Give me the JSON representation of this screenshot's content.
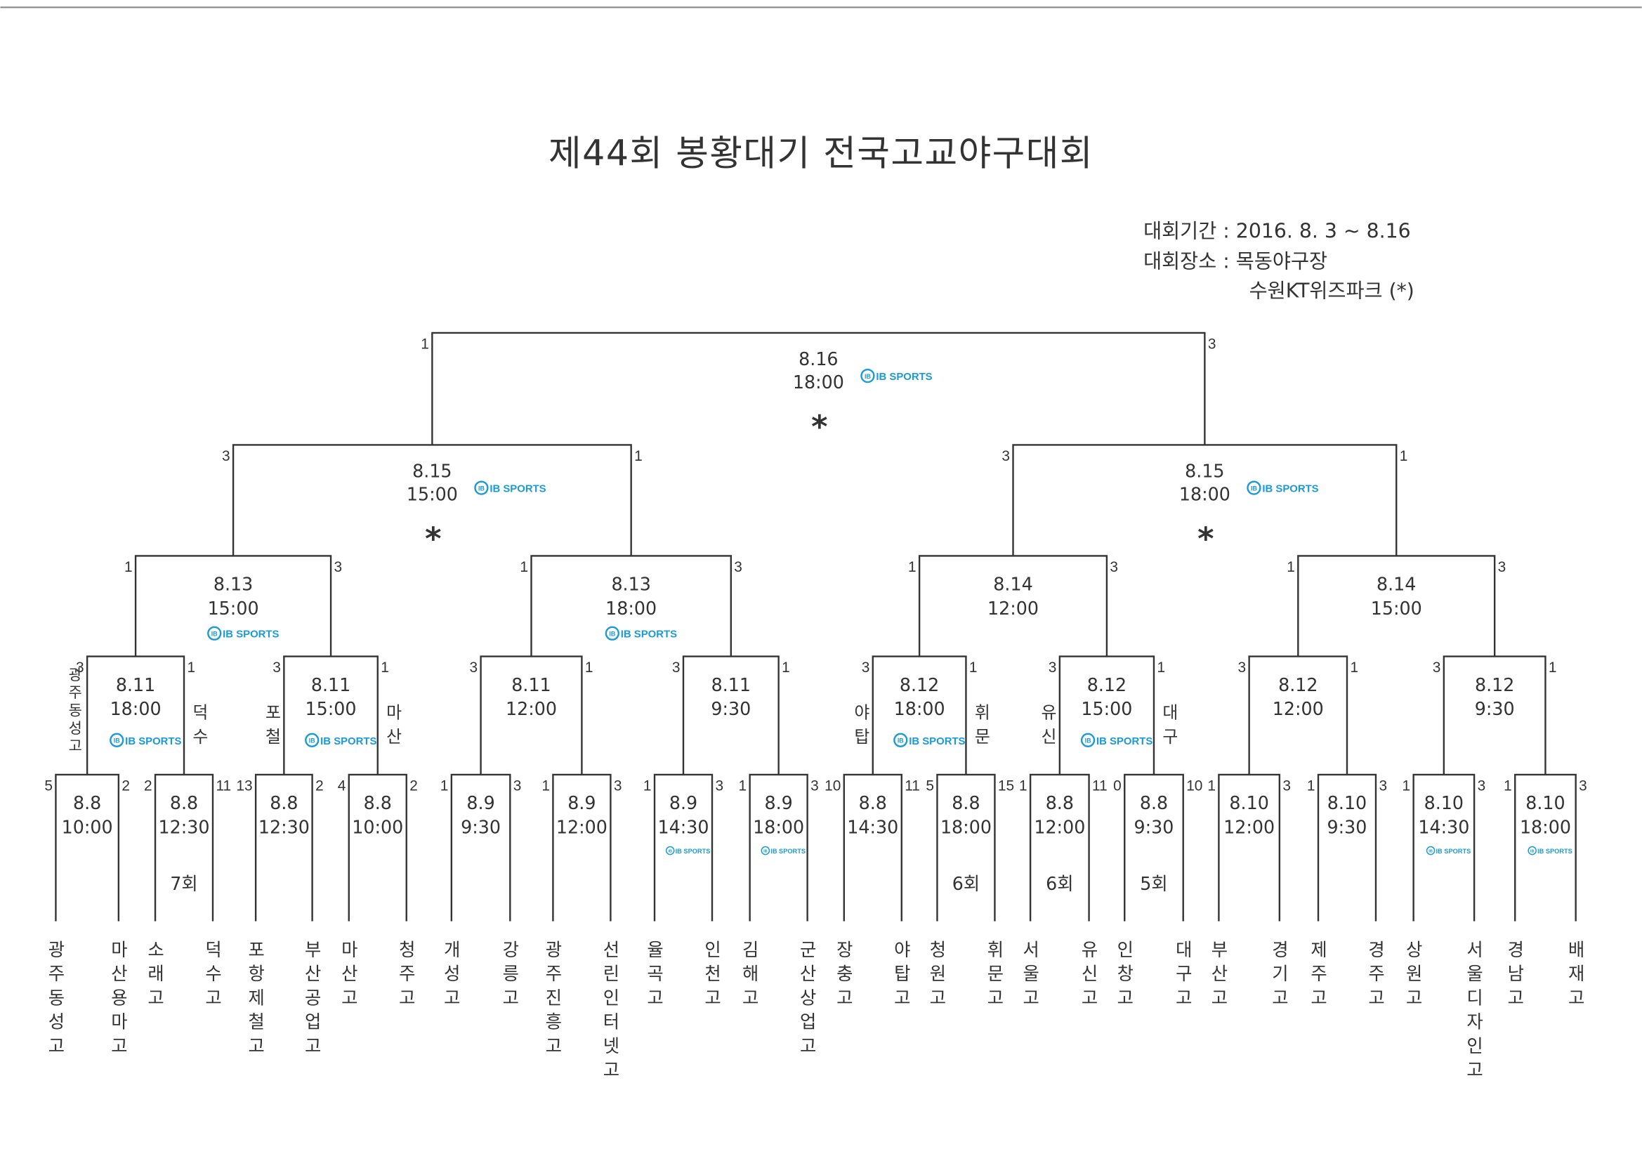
{
  "title": "제44회 봉황대기 전국고교야구대회",
  "info": {
    "period": "대회기간 : 2016. 8. 3 ~ 8.16",
    "venue": "대회장소 : 목동야구장",
    "venue2": "수원KT위즈파크 (*)"
  },
  "sponsor": "IB SPORTS",
  "sponsor_icon": "IB",
  "colors": {
    "line": "#333333",
    "sponsor": "#1a9ad6"
  },
  "rounds": [
    [
      {
        "date": "8.8",
        "time": "10:00",
        "scores": [
          "5",
          "2"
        ],
        "teams": [
          "광주동성고",
          "마산용마고"
        ],
        "note": "",
        "ib": false
      },
      {
        "date": "8.8",
        "time": "12:30",
        "scores": [
          "2",
          "11"
        ],
        "teams": [
          "소래고",
          "덕수고"
        ],
        "note": "7회",
        "ib": false
      },
      {
        "date": "8.8",
        "time": "12:30",
        "scores": [
          "13",
          "2"
        ],
        "teams": [
          "포항제철고",
          "부산공업고"
        ],
        "note": "",
        "ib": false
      },
      {
        "date": "8.8",
        "time": "10:00",
        "scores": [
          "4",
          "2"
        ],
        "teams": [
          "마산고",
          "청주고"
        ],
        "note": "",
        "ib": false
      },
      {
        "date": "8.9",
        "time": "9:30",
        "scores": [
          "1",
          "3"
        ],
        "teams": [
          "개성고",
          "강릉고"
        ],
        "note": "",
        "ib": false
      },
      {
        "date": "8.9",
        "time": "12:00",
        "scores": [
          "1",
          "3"
        ],
        "teams": [
          "광주진흥고",
          "선린인터넷고"
        ],
        "note": "",
        "ib": false
      },
      {
        "date": "8.9",
        "time": "14:30",
        "scores": [
          "1",
          "3"
        ],
        "teams": [
          "율곡고",
          "인천고"
        ],
        "note": "",
        "ib": true
      },
      {
        "date": "8.9",
        "time": "18:00",
        "scores": [
          "1",
          "3"
        ],
        "teams": [
          "김해고",
          "군산상업고"
        ],
        "note": "",
        "ib": true
      },
      {
        "date": "8.8",
        "time": "14:30",
        "scores": [
          "10",
          "11"
        ],
        "teams": [
          "장충고",
          "야탑고"
        ],
        "note": "",
        "ib": false
      },
      {
        "date": "8.8",
        "time": "18:00",
        "scores": [
          "5",
          "15"
        ],
        "teams": [
          "청원고",
          "휘문고"
        ],
        "note": "6회",
        "ib": false
      },
      {
        "date": "8.8",
        "time": "12:00",
        "scores": [
          "1",
          "11"
        ],
        "teams": [
          "서울고",
          "유신고"
        ],
        "note": "6회",
        "ib": false
      },
      {
        "date": "8.8",
        "time": "9:30",
        "scores": [
          "0",
          "10"
        ],
        "teams": [
          "인창고",
          "대구고"
        ],
        "note": "5회",
        "ib": false
      },
      {
        "date": "8.10",
        "time": "12:00",
        "scores": [
          "1",
          "3"
        ],
        "teams": [
          "부산고",
          "경기고"
        ],
        "note": "",
        "ib": false
      },
      {
        "date": "8.10",
        "time": "9:30",
        "scores": [
          "1",
          "3"
        ],
        "teams": [
          "제주고",
          "경주고"
        ],
        "note": "",
        "ib": false
      },
      {
        "date": "8.10",
        "time": "14:30",
        "scores": [
          "1",
          "3"
        ],
        "teams": [
          "상원고",
          "서울디자인고"
        ],
        "note": "",
        "ib": true
      },
      {
        "date": "8.10",
        "time": "18:00",
        "scores": [
          "1",
          "3"
        ],
        "teams": [
          "경남고",
          "배재고"
        ],
        "note": "",
        "ib": true
      }
    ],
    [
      {
        "date": "8.11",
        "time": "18:00",
        "scores": [
          "3",
          "1"
        ],
        "labels": [
          "광주동성고",
          "덕수"
        ],
        "ib": true
      },
      {
        "date": "8.11",
        "time": "15:00",
        "scores": [
          "3",
          "1"
        ],
        "labels": [
          "포철",
          "마산"
        ],
        "ib": true
      },
      {
        "date": "8.11",
        "time": "12:00",
        "scores": [
          "3",
          "1"
        ],
        "labels": [
          "",
          ""
        ],
        "ib": false
      },
      {
        "date": "8.11",
        "time": "9:30",
        "scores": [
          "3",
          "1"
        ],
        "labels": [
          "",
          ""
        ],
        "ib": false
      },
      {
        "date": "8.12",
        "time": "18:00",
        "scores": [
          "3",
          "1"
        ],
        "labels": [
          "야탑",
          "휘문"
        ],
        "ib": true
      },
      {
        "date": "8.12",
        "time": "15:00",
        "scores": [
          "3",
          "1"
        ],
        "labels": [
          "유신",
          "대구"
        ],
        "ib": true
      },
      {
        "date": "8.12",
        "time": "12:00",
        "scores": [
          "3",
          "1"
        ],
        "labels": [
          "",
          ""
        ],
        "ib": false
      },
      {
        "date": "8.12",
        "time": "9:30",
        "scores": [
          "3",
          "1"
        ],
        "labels": [
          "",
          ""
        ],
        "ib": false
      }
    ],
    [
      {
        "date": "8.13",
        "time": "15:00",
        "scores": [
          "1",
          "3"
        ],
        "ib": true
      },
      {
        "date": "8.13",
        "time": "18:00",
        "scores": [
          "1",
          "3"
        ],
        "ib": true
      },
      {
        "date": "8.14",
        "time": "12:00",
        "scores": [
          "1",
          "3"
        ],
        "ib": false
      },
      {
        "date": "8.14",
        "time": "15:00",
        "scores": [
          "1",
          "3"
        ],
        "ib": false
      }
    ],
    [
      {
        "date": "8.15",
        "time": "15:00",
        "scores": [
          "3",
          "1"
        ],
        "ib": true,
        "star": "*"
      },
      {
        "date": "8.15",
        "time": "18:00",
        "scores": [
          "3",
          "1"
        ],
        "ib": true,
        "star": "*"
      }
    ],
    [
      {
        "date": "8.16",
        "time": "18:00",
        "scores": [
          "1",
          "3"
        ],
        "ib": true,
        "star": "*"
      }
    ]
  ]
}
